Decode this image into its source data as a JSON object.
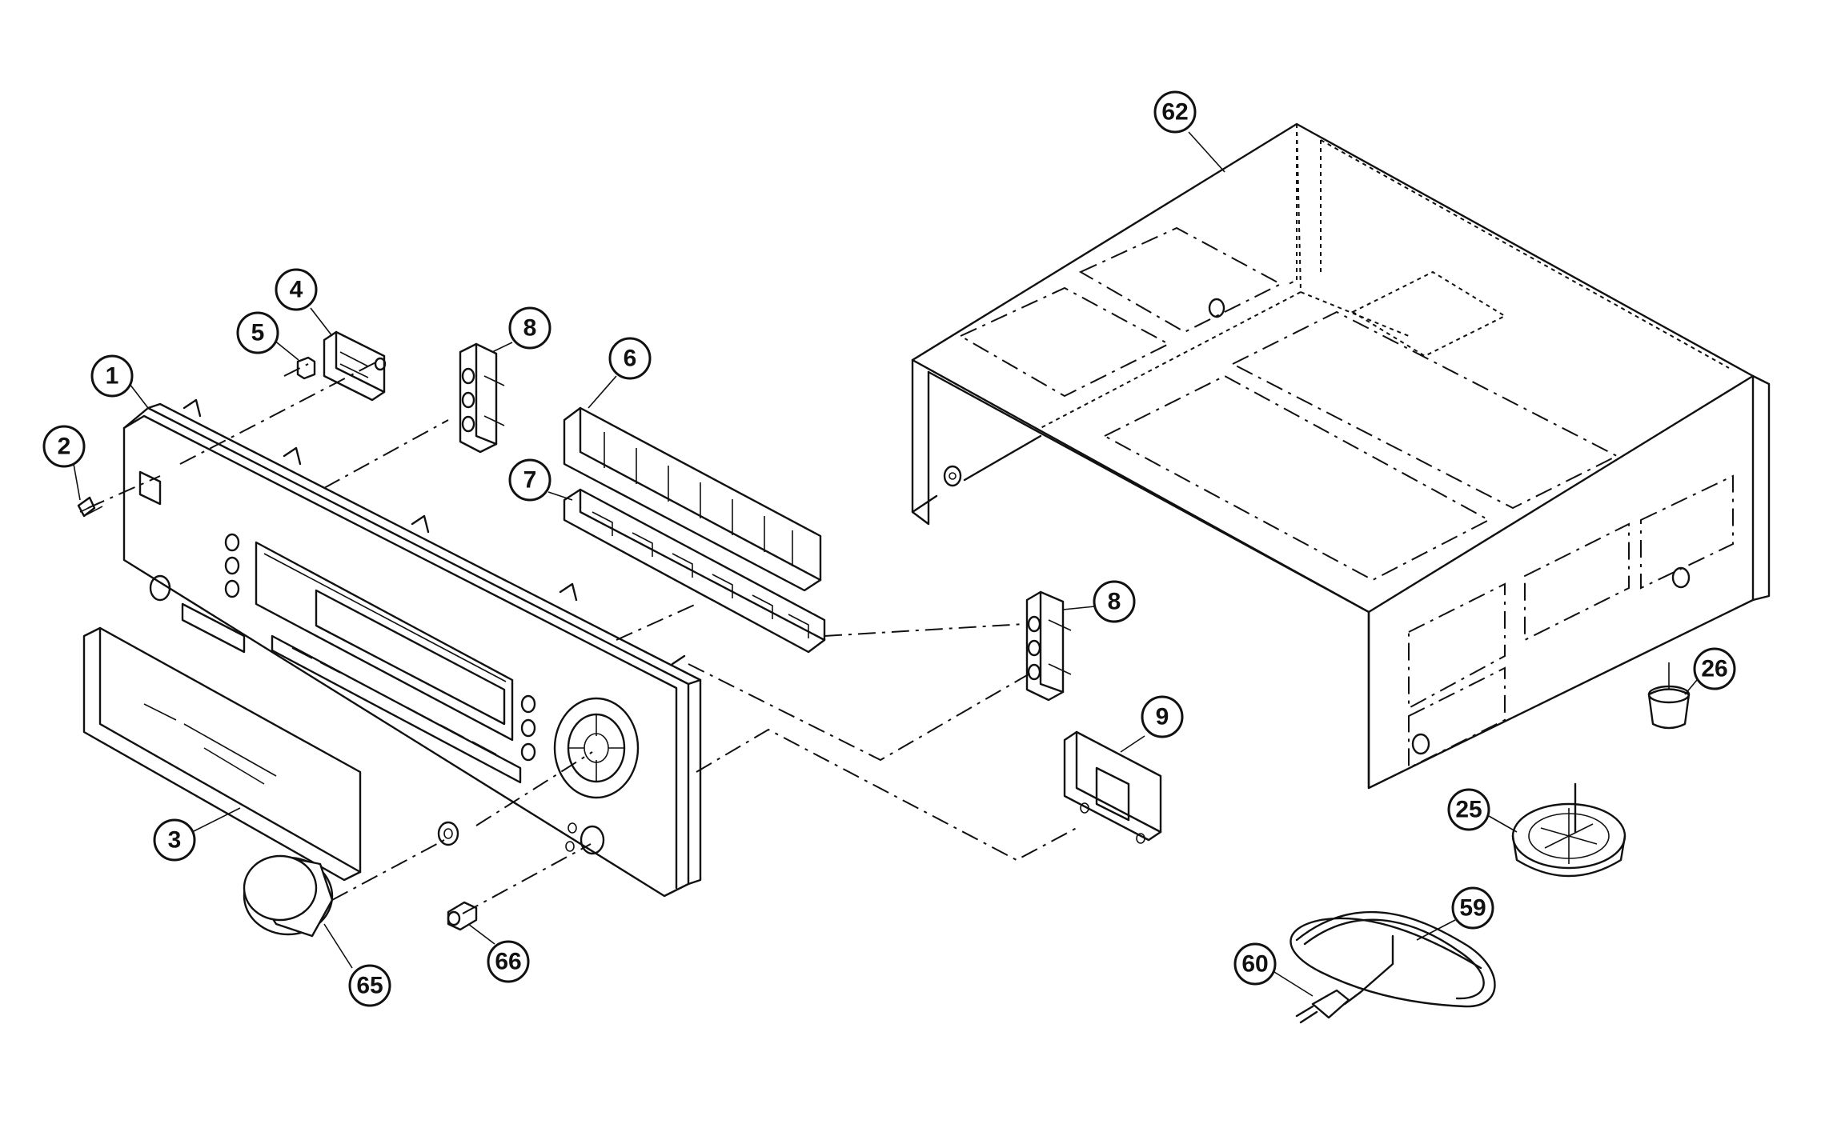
{
  "callouts": {
    "c1": "1",
    "c2": "2",
    "c3": "3",
    "c4": "4",
    "c5": "5",
    "c6": "6",
    "c7": "7",
    "c8a": "8",
    "c8b": "8",
    "c9": "9",
    "c25": "25",
    "c26": "26",
    "c59": "59",
    "c60": "60",
    "c62": "62",
    "c65": "65",
    "c66": "66"
  }
}
